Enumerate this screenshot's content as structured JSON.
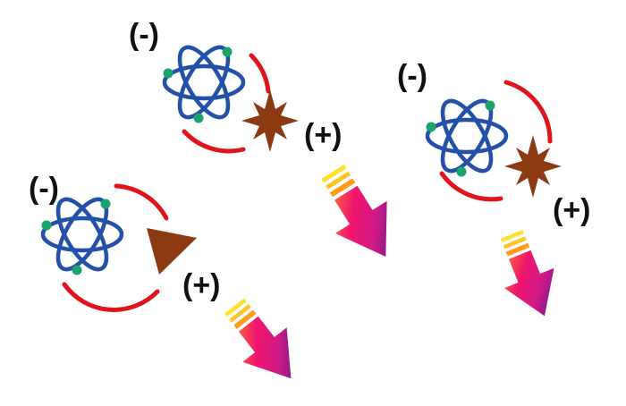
{
  "labels": {
    "negative": "(-)",
    "positive": "(+)"
  },
  "colors": {
    "orbit": "#2350a8",
    "electron": "#1aa36b",
    "shell_arc": "#e0141b",
    "ion": "#8b3a12",
    "arrow_gradient": [
      "#ffe12a",
      "#ff8a1c",
      "#f0146e",
      "#d01a86",
      "#2a1c8c"
    ]
  },
  "icons": {
    "atom": "atom-icon",
    "star_ion": "star-ion-icon",
    "triangle_ion": "triangle-ion-icon",
    "arrow": "down-right-arrow-icon"
  },
  "groups": [
    {
      "id": "top-center",
      "ion_shape": "star",
      "negative_label": "(-)",
      "positive_label": "(+)"
    },
    {
      "id": "right",
      "ion_shape": "star",
      "negative_label": "(-)",
      "positive_label": "(+)"
    },
    {
      "id": "left",
      "ion_shape": "triangle",
      "negative_label": "(-)",
      "positive_label": "(+)"
    }
  ]
}
